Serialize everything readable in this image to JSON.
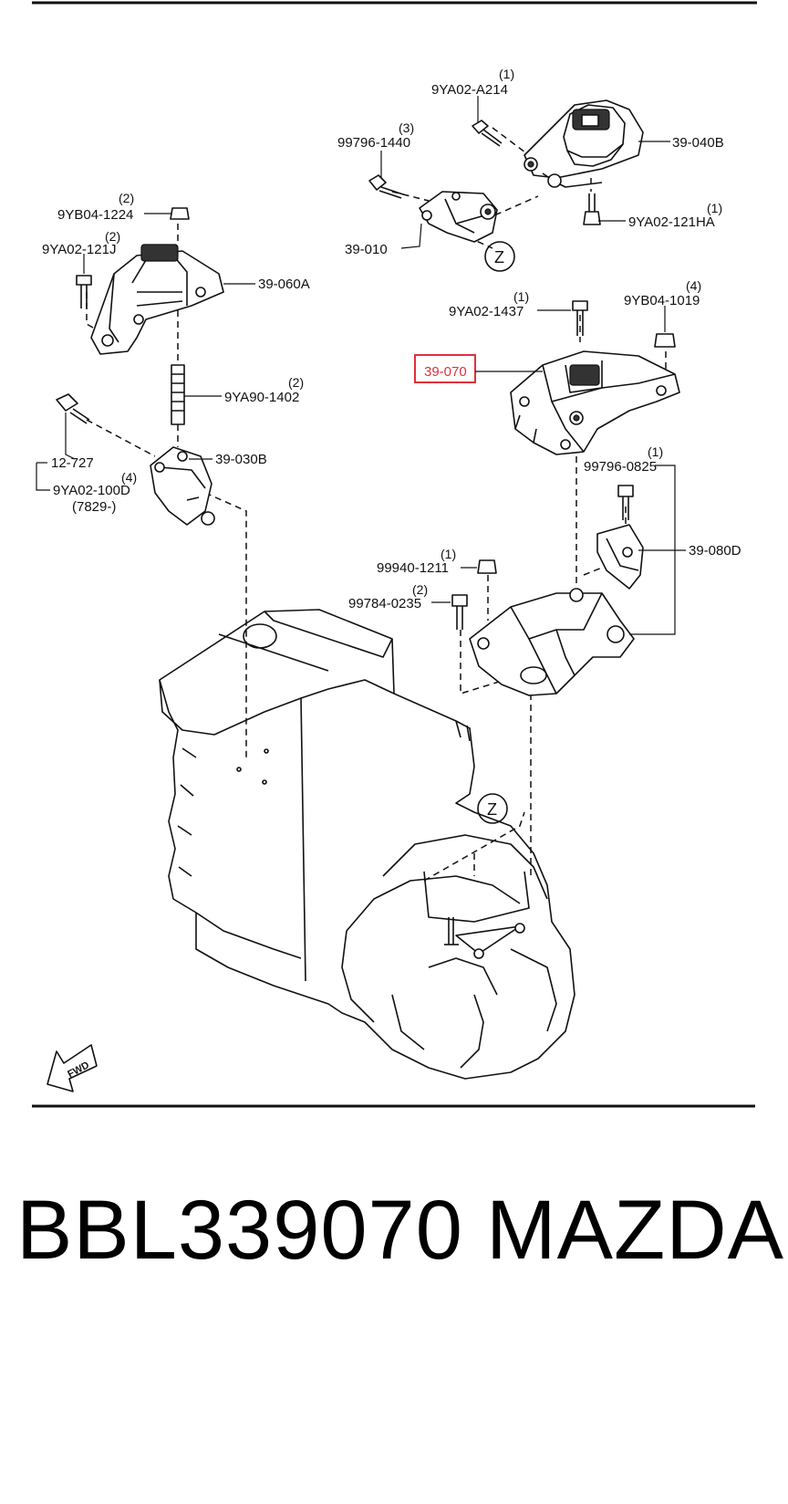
{
  "labels": {
    "bolt_a214": "9YA02-A214",
    "bolt_a214_qty": "(1)",
    "bolt_1440": "99796-1440",
    "bolt_1440_qty": "(3)",
    "mount_040b": "39-040B",
    "bolt_121ha": "9YA02-121HA",
    "bolt_121ha_qty": "(1)",
    "bracket_010": "39-010",
    "nut_1224": "9YB04-1224",
    "nut_1224_qty": "(2)",
    "bolt_121j": "9YA02-121J",
    "bolt_121j_qty": "(2)",
    "mount_060a": "39-060A",
    "stud_1402": "9YA90-1402",
    "stud_1402_qty": "(2)",
    "ref_727": "12-727",
    "bolt_100d": "9YA02-100D",
    "bolt_100d_qty": "(4)",
    "serial_note": "(7829-)",
    "bracket_030b": "39-030B",
    "bolt_1437": "9YA02-1437",
    "bolt_1437_qty": "(1)",
    "nut_1019": "9YB04-1019",
    "nut_1019_qty": "(4)",
    "mount_070": "39-070",
    "bolt_0825": "99796-0825",
    "bolt_0825_qty": "(1)",
    "bracket_080d": "39-080D",
    "nut_1211": "99940-1211",
    "nut_1211_qty": "(1)",
    "bolt_0235": "99784-0235",
    "bolt_0235_qty": "(2)",
    "view_z_top": "Z",
    "view_z_engine": "Z",
    "fwd": "FWD"
  },
  "highlight_color": "#e0303a",
  "caption": {
    "part_number": "BBL339070",
    "brand": "MAZDA"
  }
}
